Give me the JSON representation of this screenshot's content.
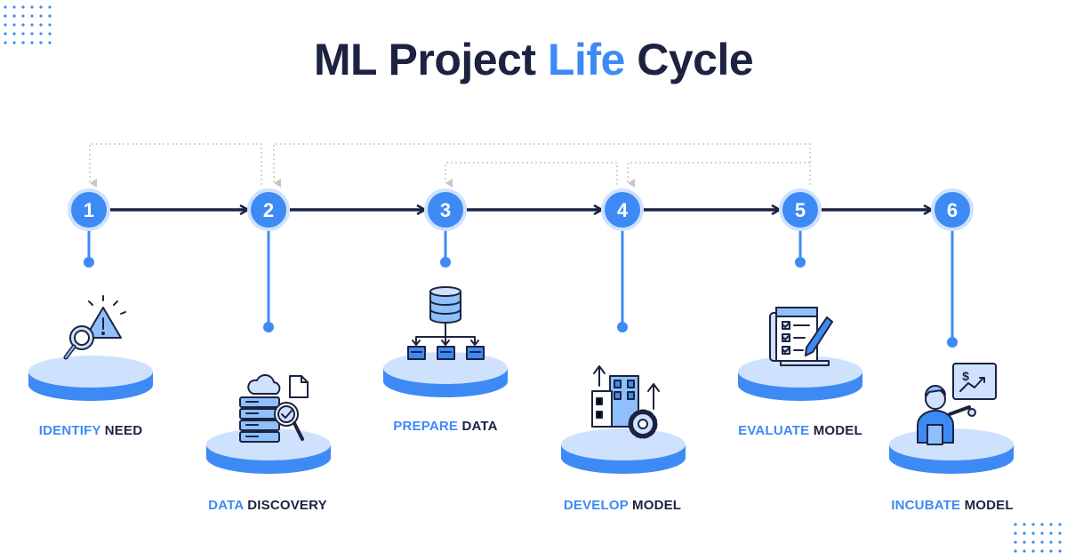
{
  "title": {
    "part1": "ML Project ",
    "accent": "Life",
    "part2": " Cycle"
  },
  "colors": {
    "accent": "#3e8af5",
    "dark": "#1c2340",
    "platform_top": "#cfe2fd",
    "platform_side": "#3e8af5",
    "icon_fill": "#8fc0fb"
  },
  "steps": [
    {
      "number": "1",
      "label_accent": "IDENTIFY",
      "label_rest": " NEED",
      "icon": "magnifier-warning-icon"
    },
    {
      "number": "2",
      "label_accent": "DATA",
      "label_rest": " DISCOVERY",
      "icon": "cloud-database-search-icon"
    },
    {
      "number": "3",
      "label_accent": "PREPARE",
      "label_rest": " DATA",
      "icon": "database-hierarchy-icon"
    },
    {
      "number": "4",
      "label_accent": "DEVELOP",
      "label_rest": " MODEL",
      "icon": "building-gear-icon"
    },
    {
      "number": "5",
      "label_accent": "EVALUATE",
      "label_rest": " MODEL",
      "icon": "checklist-pen-icon"
    },
    {
      "number": "6",
      "label_accent": "INCUBATE",
      "label_rest": " MODEL",
      "icon": "presenter-chart-icon"
    }
  ]
}
